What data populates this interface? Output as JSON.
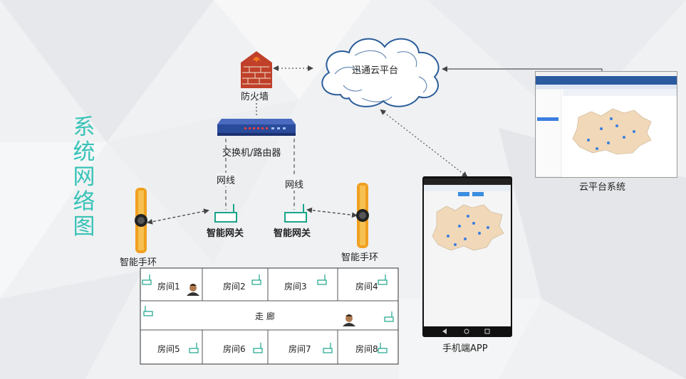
{
  "title": "系统网络图",
  "title_chars": [
    "系",
    "统",
    "网",
    "络",
    "图"
  ],
  "nodes": {
    "firewall": "防火墙",
    "cloud": "迅通云平台",
    "switch": "交换机/路由器",
    "cable_left": "网线",
    "cable_right": "网线",
    "gateway_left": "智能网关",
    "gateway_right": "智能网关",
    "band_left": "智能手环",
    "band_right": "智能手环",
    "cloud_system": "云平台系统",
    "mobile_app": "手机端APP"
  },
  "floorplan": {
    "top_rooms": [
      "房间1",
      "房间2",
      "房间3",
      "房间4"
    ],
    "corridor": "走 廊",
    "bottom_rooms": [
      "房间5",
      "房间6",
      "房间7",
      "房间8"
    ]
  },
  "colors": {
    "accent": "#39c3b8",
    "gateway": "#1aa58a",
    "band": "#f0a020",
    "cloud_stroke": "#2a5d9a",
    "firewall": "#c0402a"
  }
}
